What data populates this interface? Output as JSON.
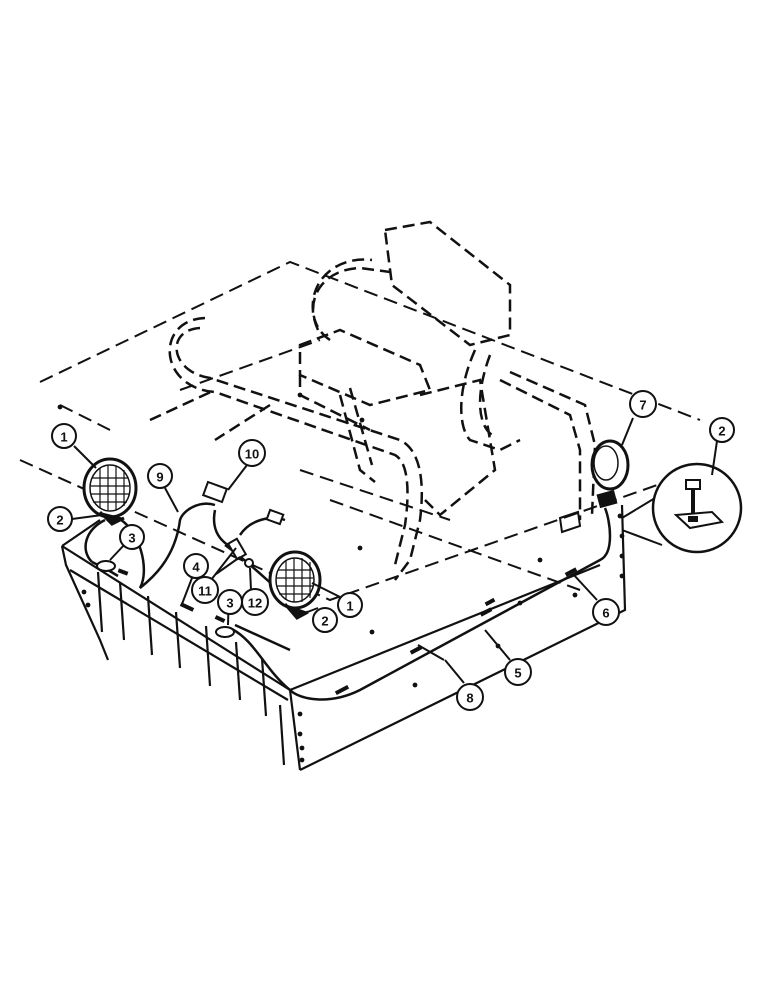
{
  "callouts": [
    {
      "id": "c1a",
      "label": "1"
    },
    {
      "id": "c2a",
      "label": "2"
    },
    {
      "id": "c3a",
      "label": "3"
    },
    {
      "id": "c9",
      "label": "9"
    },
    {
      "id": "c10",
      "label": "10"
    },
    {
      "id": "c4",
      "label": "4"
    },
    {
      "id": "c11",
      "label": "11"
    },
    {
      "id": "c3b",
      "label": "3"
    },
    {
      "id": "c12",
      "label": "12"
    },
    {
      "id": "c1b",
      "label": "1"
    },
    {
      "id": "c2b",
      "label": "2"
    },
    {
      "id": "c7",
      "label": "7"
    },
    {
      "id": "c2c",
      "label": "2"
    },
    {
      "id": "c6",
      "label": "6"
    },
    {
      "id": "c5",
      "label": "5"
    },
    {
      "id": "c8",
      "label": "8"
    }
  ]
}
